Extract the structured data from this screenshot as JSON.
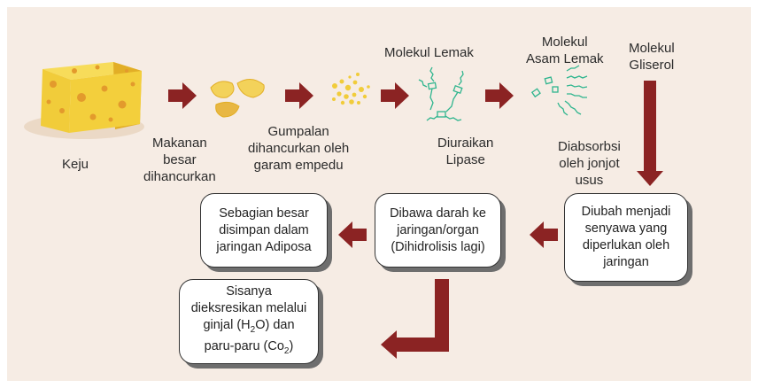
{
  "colors": {
    "background": "#f6ece4",
    "arrow": "#8b2323",
    "cheese": "#f1cc3a",
    "cheese_side": "#e2ae26",
    "hole": "#e39a2c",
    "molecule": "#2fb58e"
  },
  "labels": {
    "keju": "Keju",
    "makanan": [
      "Makanan",
      "besar",
      "dihancurkan"
    ],
    "gumpalan": [
      "Gumpalan",
      "dihancurkan oleh",
      "garam empedu"
    ],
    "molekul_lemak": "Molekul Lemak",
    "diuraikan": [
      "Diuraikan",
      "Lipase"
    ],
    "asam_lemak": [
      "Molekul",
      "Asam Lemak"
    ],
    "gliserol": [
      "Molekul",
      "Gliserol"
    ],
    "diabsorbsi": [
      "Diabsorbsi",
      "oleh jonjot",
      "usus"
    ]
  },
  "boxes": {
    "diubah": [
      "Diubah menjadi",
      "senyawa yang",
      "diperlukan oleh",
      "jaringan"
    ],
    "dibawa": [
      "Dibawa darah ke",
      "jaringan/organ",
      "(Dihidrolisis lagi)"
    ],
    "sebagian": [
      "Sebagian besar",
      "disimpan dalam",
      "jaringan Adiposa"
    ],
    "sisanya": {
      "line1": "Sisanya",
      "line2": "dieksresikan melalui",
      "line3_a": "ginjal (H",
      "line3_sub": "2",
      "line3_b": "O) dan",
      "line4_a": "paru-paru (Co",
      "line4_sub": "2",
      "line4_b": ")"
    }
  }
}
